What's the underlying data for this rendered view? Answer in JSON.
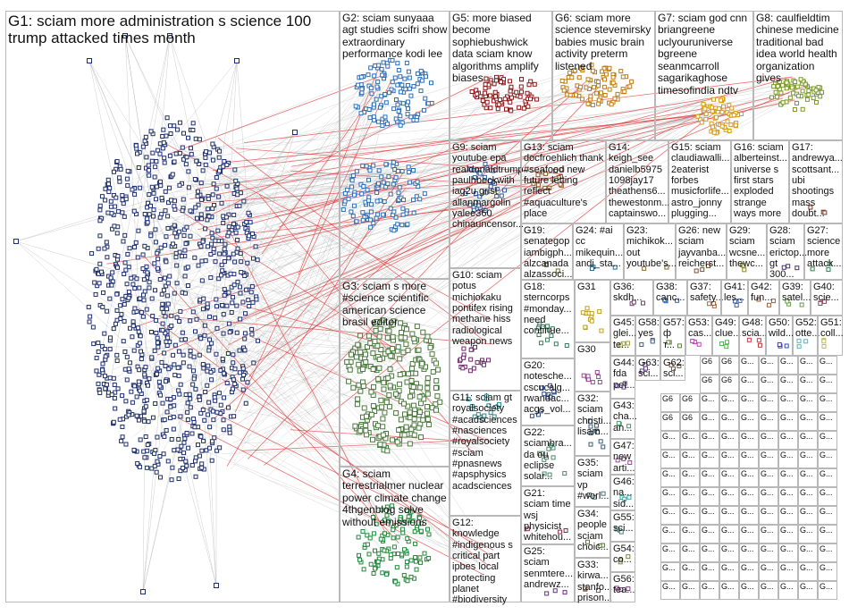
{
  "groups": [
    {
      "id": "G1",
      "label": "G1: sciam more administration s science 100 trump attacked times month",
      "color": "#1d2f6f"
    },
    {
      "id": "G2",
      "label": "G2: sciam sunyaaa agt studies scifri show extraordinary performance kodi lee",
      "color": "#2c6fb8"
    },
    {
      "id": "G3",
      "label": "G3: sciam s more #science scientific american science brasil editor",
      "color": "#4a7a3c"
    },
    {
      "id": "G4",
      "label": "G4: sciam terrestrialmer nuclear power climate change 4thgenblog solve without emissions",
      "color": "#1f8a3a"
    },
    {
      "id": "G5",
      "label": "G5: more biased become sophiebushwick data sciam know algorithms amplify biases",
      "color": "#8c1a1a"
    },
    {
      "id": "G6",
      "label": "G6: sciam more science stevemirsky babies music brain activity preterm listened",
      "color": "#c07a10"
    },
    {
      "id": "G7",
      "label": "G7: sciam god cnn briangreene uclyouruniverse bgreene seanmcarroll sagarikaghose timesofindia ndtv",
      "color": "#d89a10"
    },
    {
      "id": "G8",
      "label": "G8: caulfieldtim chinese medicine traditional bad idea world health organization gives",
      "color": "#7a9a20"
    },
    {
      "id": "G9",
      "label": "G9: sciam youtube epa realdonaldtrump paulhbeckwith iag2u grist allanmargolin yalee360 chinauncensor...",
      "color": "#2a5aa0"
    },
    {
      "id": "G10",
      "label": "G10: sciam potus michiokaku pontifex rising methane hiss radiological weapon news",
      "color": "#6a2a6a"
    },
    {
      "id": "G11",
      "label": "G11: sciam gt royalsociety #acadsciences #nasciences #royalsociety #sciam #pnasnews #apsphysics acadsciences",
      "color": "#2a8a8a"
    },
    {
      "id": "G12",
      "label": "G12: knowledge #indigenous s critical part ipbes local protecting planet #biodiversity",
      "color": "#5a8a2a"
    },
    {
      "id": "G13",
      "label": "G13: sciam docfroehlich thank #seafood new future letting reflect #aquaculture's place",
      "color": "#8a5a2a"
    },
    {
      "id": "G14",
      "label": "G14: keigh_see danielb5975 1098jay17 theathens6... thewestonm... captainswo...",
      "color": "#3a6a9a"
    },
    {
      "id": "G15",
      "label": "G15: sciam claudiawalli... 2eaterist forbes musicforlife... astro_jonny plugging...",
      "color": "#9a3a5a"
    },
    {
      "id": "G16",
      "label": "G16: sciam alberteinst... universe s first stars exploded strange ways more",
      "color": "#5a5a9a"
    },
    {
      "id": "G17",
      "label": "G17: andrewya... scottsant... ubi shootings mass doubt...",
      "color": "#7a3a2a"
    },
    {
      "id": "G18",
      "label": "G18: sterncorps #monday... need continue...",
      "color": "#3a7a5a"
    },
    {
      "id": "G19",
      "label": "G19: senategop iambigph... alzcanada alzassoci...",
      "color": "#6a6a2a"
    },
    {
      "id": "G20",
      "label": "G20: notesche... cscucalg... rwandac... acgs_vol...",
      "color": "#2a4a8a"
    },
    {
      "id": "G21",
      "label": "G21: sciam time wsj physicist whitehou...",
      "color": "#8a2a4a"
    },
    {
      "id": "G22",
      "label": "G22: sciambra... da ou eclipse solar...",
      "color": "#4a8a6a"
    },
    {
      "id": "G23",
      "label": "G23: michikok... out youtube's...",
      "color": "#8a6a2a"
    },
    {
      "id": "G24",
      "label": "G24: #ai cc mikequin... andi_sta...",
      "color": "#2a6a8a"
    },
    {
      "id": "G25",
      "label": "G25: sciam senmtere... andrewz...",
      "color": "#6a2a8a"
    },
    {
      "id": "G26",
      "label": "G26: new sciam jayvanba... reicherst...",
      "color": "#8a4a2a"
    },
    {
      "id": "G27",
      "label": "G27: science more attack...",
      "color": "#2a8a4a"
    },
    {
      "id": "G28",
      "label": "G28: sciam erictop... gt 300...",
      "color": "#4a2a8a"
    },
    {
      "id": "G29",
      "label": "G29: sciam wcsne... thewc...",
      "color": "#8a8a2a"
    },
    {
      "id": "G30",
      "label": "G30",
      "color": "#9a4a9a"
    },
    {
      "id": "G31",
      "label": "G31",
      "color": "#c0a020"
    },
    {
      "id": "G32",
      "label": "G32: sciam christi... lisam...",
      "color": "#3a5a7a"
    },
    {
      "id": "G33",
      "label": "G33: kirwa... stanfo... prison...",
      "color": "#7a5a3a"
    },
    {
      "id": "G34",
      "label": "G34: people sciam choic...",
      "color": "#5a7a3a"
    },
    {
      "id": "G35",
      "label": "G35: sciam vp #worl...",
      "color": "#3a7a7a"
    },
    {
      "id": "G36",
      "label": "G36: skdh...",
      "color": "#7a3a7a"
    },
    {
      "id": "G37",
      "label": "G37: safety...",
      "color": "#c06020"
    },
    {
      "id": "G38",
      "label": "G38: canc...",
      "color": "#2060c0"
    },
    {
      "id": "G39",
      "label": "G39: satel...",
      "color": "#60a040"
    },
    {
      "id": "G40",
      "label": "G40: scie...",
      "color": "#a04060"
    },
    {
      "id": "G41",
      "label": "G41: les...",
      "color": "#4060a0"
    },
    {
      "id": "G42",
      "label": "G42: fun...",
      "color": "#a06040"
    },
    {
      "id": "G43",
      "label": "G43: cha... an...",
      "color": "#40a060"
    },
    {
      "id": "G44",
      "label": "G44: fda pet...",
      "color": "#6040a0"
    },
    {
      "id": "G45",
      "label": "G45: glei... te...",
      "color": "#a0a040"
    },
    {
      "id": "G46",
      "label": "G46: na... sid...",
      "color": "#40a0a0"
    },
    {
      "id": "G47",
      "label": "G47: new arti...",
      "color": "#a040a0"
    },
    {
      "id": "G48",
      "label": "G48: scia...",
      "color": "#c04040"
    },
    {
      "id": "G49",
      "label": "G49: clue...",
      "color": "#40c040"
    },
    {
      "id": "G50",
      "label": "G50: wild...",
      "color": "#4040c0"
    },
    {
      "id": "G51",
      "label": "G51: coll...",
      "color": "#c0c040"
    },
    {
      "id": "G52",
      "label": "G52: otte...",
      "color": "#40c0c0"
    },
    {
      "id": "G53",
      "label": "G53: cas...",
      "color": "#c040c0"
    },
    {
      "id": "G54",
      "label": "G54: co...",
      "color": "#808040"
    },
    {
      "id": "G55",
      "label": "G55: sci...",
      "color": "#408080"
    },
    {
      "id": "G56",
      "label": "G56: tea...",
      "color": "#804080"
    },
    {
      "id": "G57",
      "label": "G57: ф т...",
      "color": "#608040"
    },
    {
      "id": "G58",
      "label": "G58: yes",
      "color": "#406080"
    },
    {
      "id": "G62",
      "label": "G62: sci...",
      "color": "#806040"
    },
    {
      "id": "G63",
      "label": "G63: sci...",
      "color": "#604080"
    }
  ],
  "small_groups": {
    "prefix": "G6",
    "generic": "G..."
  },
  "edge_colors": {
    "normal": "#9a9a9a",
    "highlight": "#e03030"
  }
}
